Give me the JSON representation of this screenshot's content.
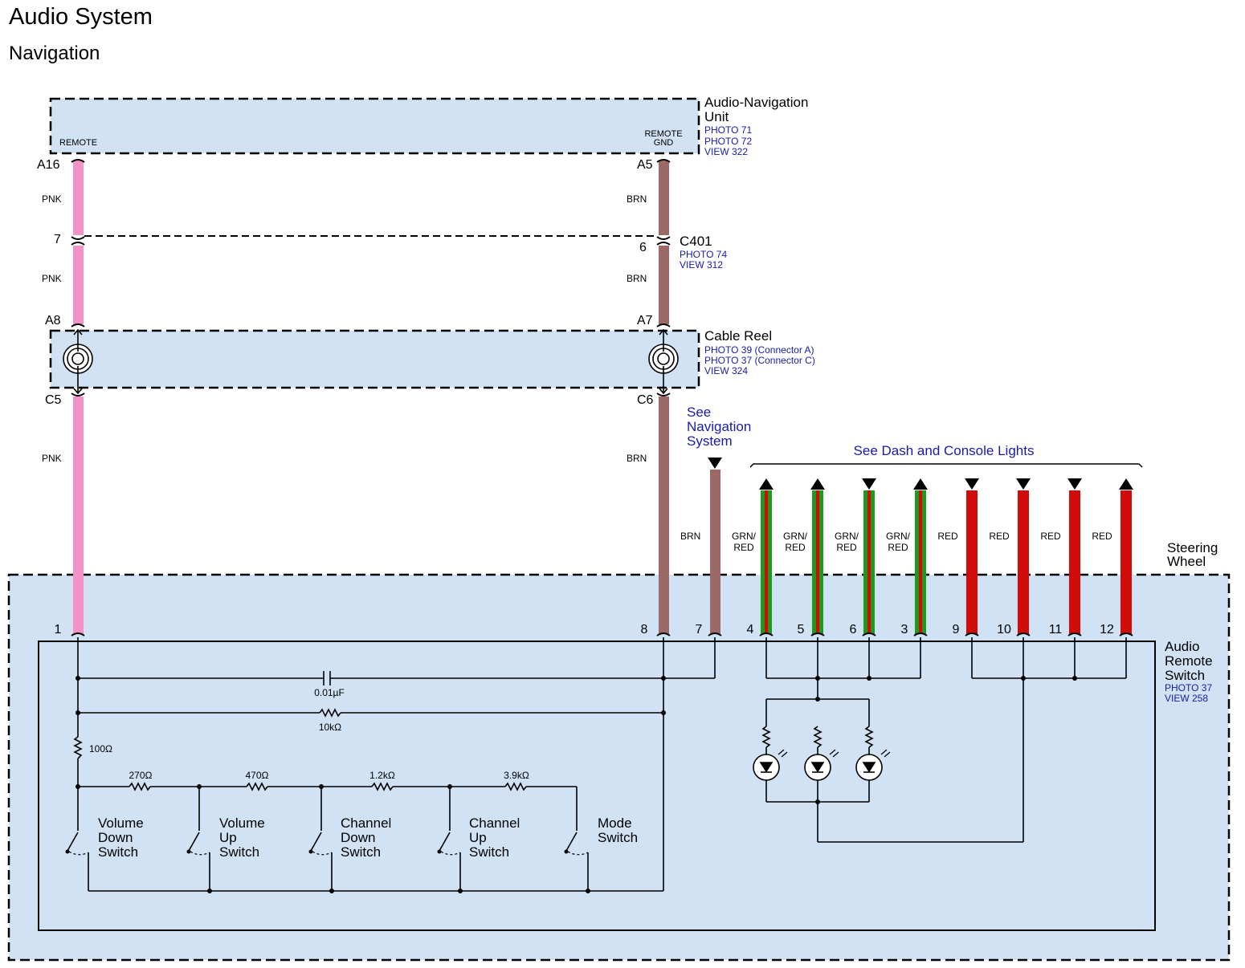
{
  "header": {
    "title": "Audio System",
    "subtitle": "Navigation"
  },
  "colors": {
    "box_fill": "#d0e2f4",
    "pnk": "#f392c6",
    "brn": "#9b6a66",
    "grn": "#1e9a1e",
    "red": "#d10a0a",
    "link_text": "#1a1aa8"
  },
  "nav_unit": {
    "name_line1": "Audio-Navigation",
    "name_line2": "Unit",
    "refs": [
      "PHOTO 71",
      "PHOTO 72",
      "VIEW 322"
    ],
    "pin_remote": "REMOTE",
    "pin_remote_gnd_line1": "REMOTE",
    "pin_remote_gnd_line2": "GND"
  },
  "connector_c401": {
    "name": "C401",
    "refs": [
      "PHOTO 74",
      "VIEW 312"
    ],
    "pin_left": "7",
    "pin_right": "6"
  },
  "cable_reel": {
    "name": "Cable Reel",
    "refs": [
      "PHOTO 39 (Connector A)",
      "PHOTO 37 (Connector C)",
      "VIEW 324"
    ]
  },
  "terminals": {
    "a16": "A16",
    "a5": "A5",
    "a8": "A8",
    "a7": "A7",
    "c5": "C5",
    "c6": "C6"
  },
  "wires": {
    "pnk": "PNK",
    "brn": "BRN",
    "grn_red_line1": "GRN/",
    "grn_red_line2": "RED",
    "red": "RED"
  },
  "links": {
    "nav_line1": "See",
    "nav_line2": "Navigation",
    "nav_line3": "System",
    "dash": "See Dash and Console Lights"
  },
  "steering_wheel": {
    "line1": "Steering",
    "line2": "Wheel"
  },
  "remote_switch": {
    "line1": "Audio",
    "line2": "Remote",
    "line3": "Switch",
    "refs": [
      "PHOTO 37",
      "VIEW 258"
    ]
  },
  "switch_pins": [
    "1",
    "8",
    "7",
    "4",
    "5",
    "6",
    "3",
    "9",
    "10",
    "11",
    "12"
  ],
  "components": {
    "capacitor": "0.01µF",
    "r10k": "10kΩ",
    "r100": "100Ω",
    "r270": "270Ω",
    "r470": "470Ω",
    "r1_2k": "1.2kΩ",
    "r3_9k": "3.9kΩ"
  },
  "switches": [
    {
      "l1": "Volume",
      "l2": "Down",
      "l3": "Switch"
    },
    {
      "l1": "Volume",
      "l2": "Up",
      "l3": "Switch"
    },
    {
      "l1": "Channel",
      "l2": "Down",
      "l3": "Switch"
    },
    {
      "l1": "Channel",
      "l2": "Up",
      "l3": "Switch"
    },
    {
      "l1": "Mode",
      "l2": "Switch",
      "l3": ""
    }
  ]
}
